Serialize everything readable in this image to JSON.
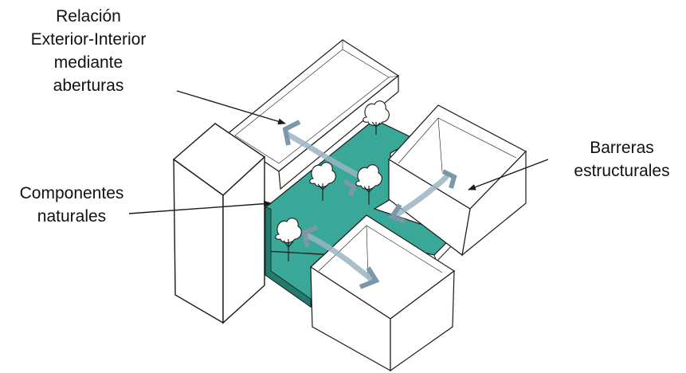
{
  "labels": {
    "relacion": [
      "Relación",
      "Exterior-Interior",
      "mediante",
      "aberturas"
    ],
    "componentes": [
      "Componentes",
      "naturales"
    ],
    "barreras": [
      "Barreras",
      "estructurales"
    ]
  },
  "colors": {
    "courtyard": "#3aa898",
    "courtyard_dark": "#237a6e",
    "arrow": "#7a98a8",
    "flow": "#9bb4c2",
    "line": "#1a1a1a",
    "wall": "#ffffff"
  },
  "icons": {
    "tree": "tree-icon",
    "arrow": "airflow-arrow-icon"
  }
}
